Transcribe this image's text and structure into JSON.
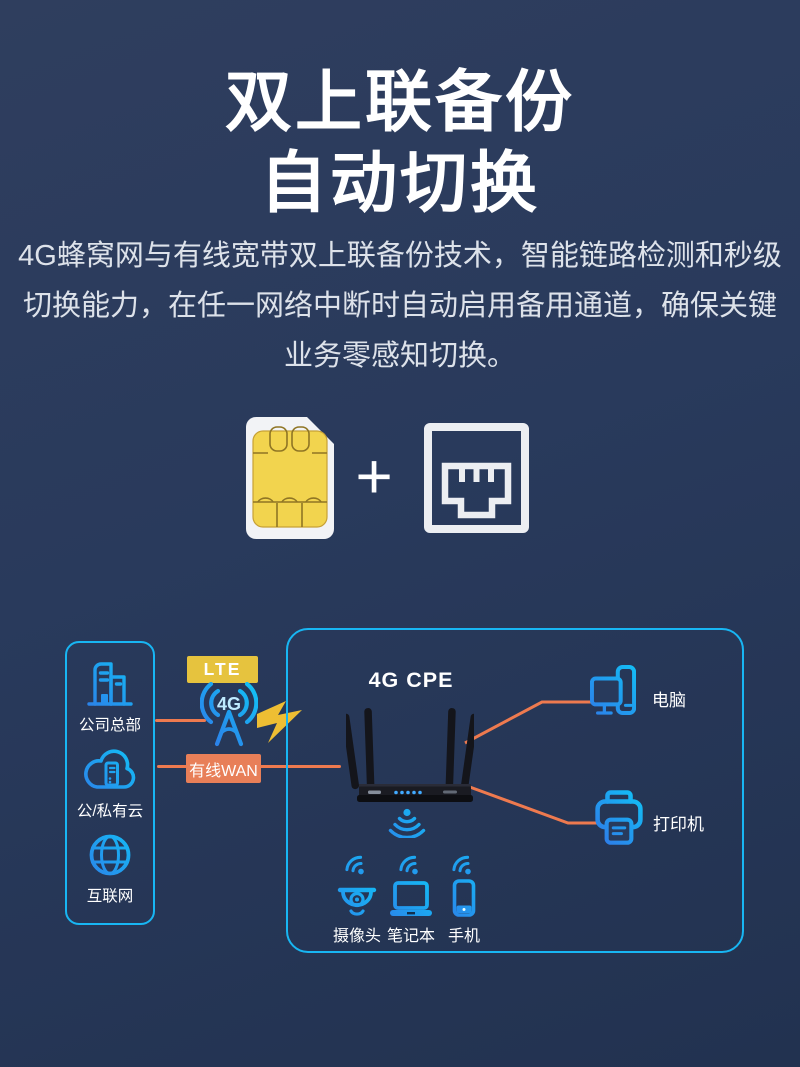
{
  "hero": {
    "title_line1": "双上联备份",
    "title_line2": "自动切换",
    "description_line1": "4G蜂窝网与有线宽带双上联备份技术，智能链路检测和秒级",
    "description_line2": "切换能力，在任一网络中断时自动启用备用通道，确保关键",
    "description_line3": "业务零感知切换。",
    "plus_sign": "+",
    "icons": {
      "sim": "sim-card-icon",
      "ethernet": "ethernet-port-icon"
    }
  },
  "diagram": {
    "sources": {
      "hq_label": "公司总部",
      "cloud_label": "公/私有云",
      "internet_label": "互联网"
    },
    "uplinks": {
      "lte_badge": "LTE",
      "cellular_text": "4G",
      "wan_badge": "有线WAN"
    },
    "cpe": {
      "title": "4G CPE"
    },
    "wifi_devices": {
      "camera_label": "摄像头",
      "laptop_label": "笔记本",
      "phone_label": "手机"
    },
    "lan_devices": {
      "pc_label": "电脑",
      "printer_label": "打印机"
    },
    "colors": {
      "accent_cyan": "#18b6f3",
      "line_orange": "#ee7a4f",
      "lte_yellow": "#e6c33e",
      "wan_orange": "#e87f58",
      "lightning_gold": "#eebe33",
      "icon_blue": "#2e7ce8",
      "icon_cyan": "#10c5f7",
      "sim_yellow": "#f2d44e",
      "background_top": "#2f3e5e",
      "background_bottom": "#223250"
    }
  }
}
